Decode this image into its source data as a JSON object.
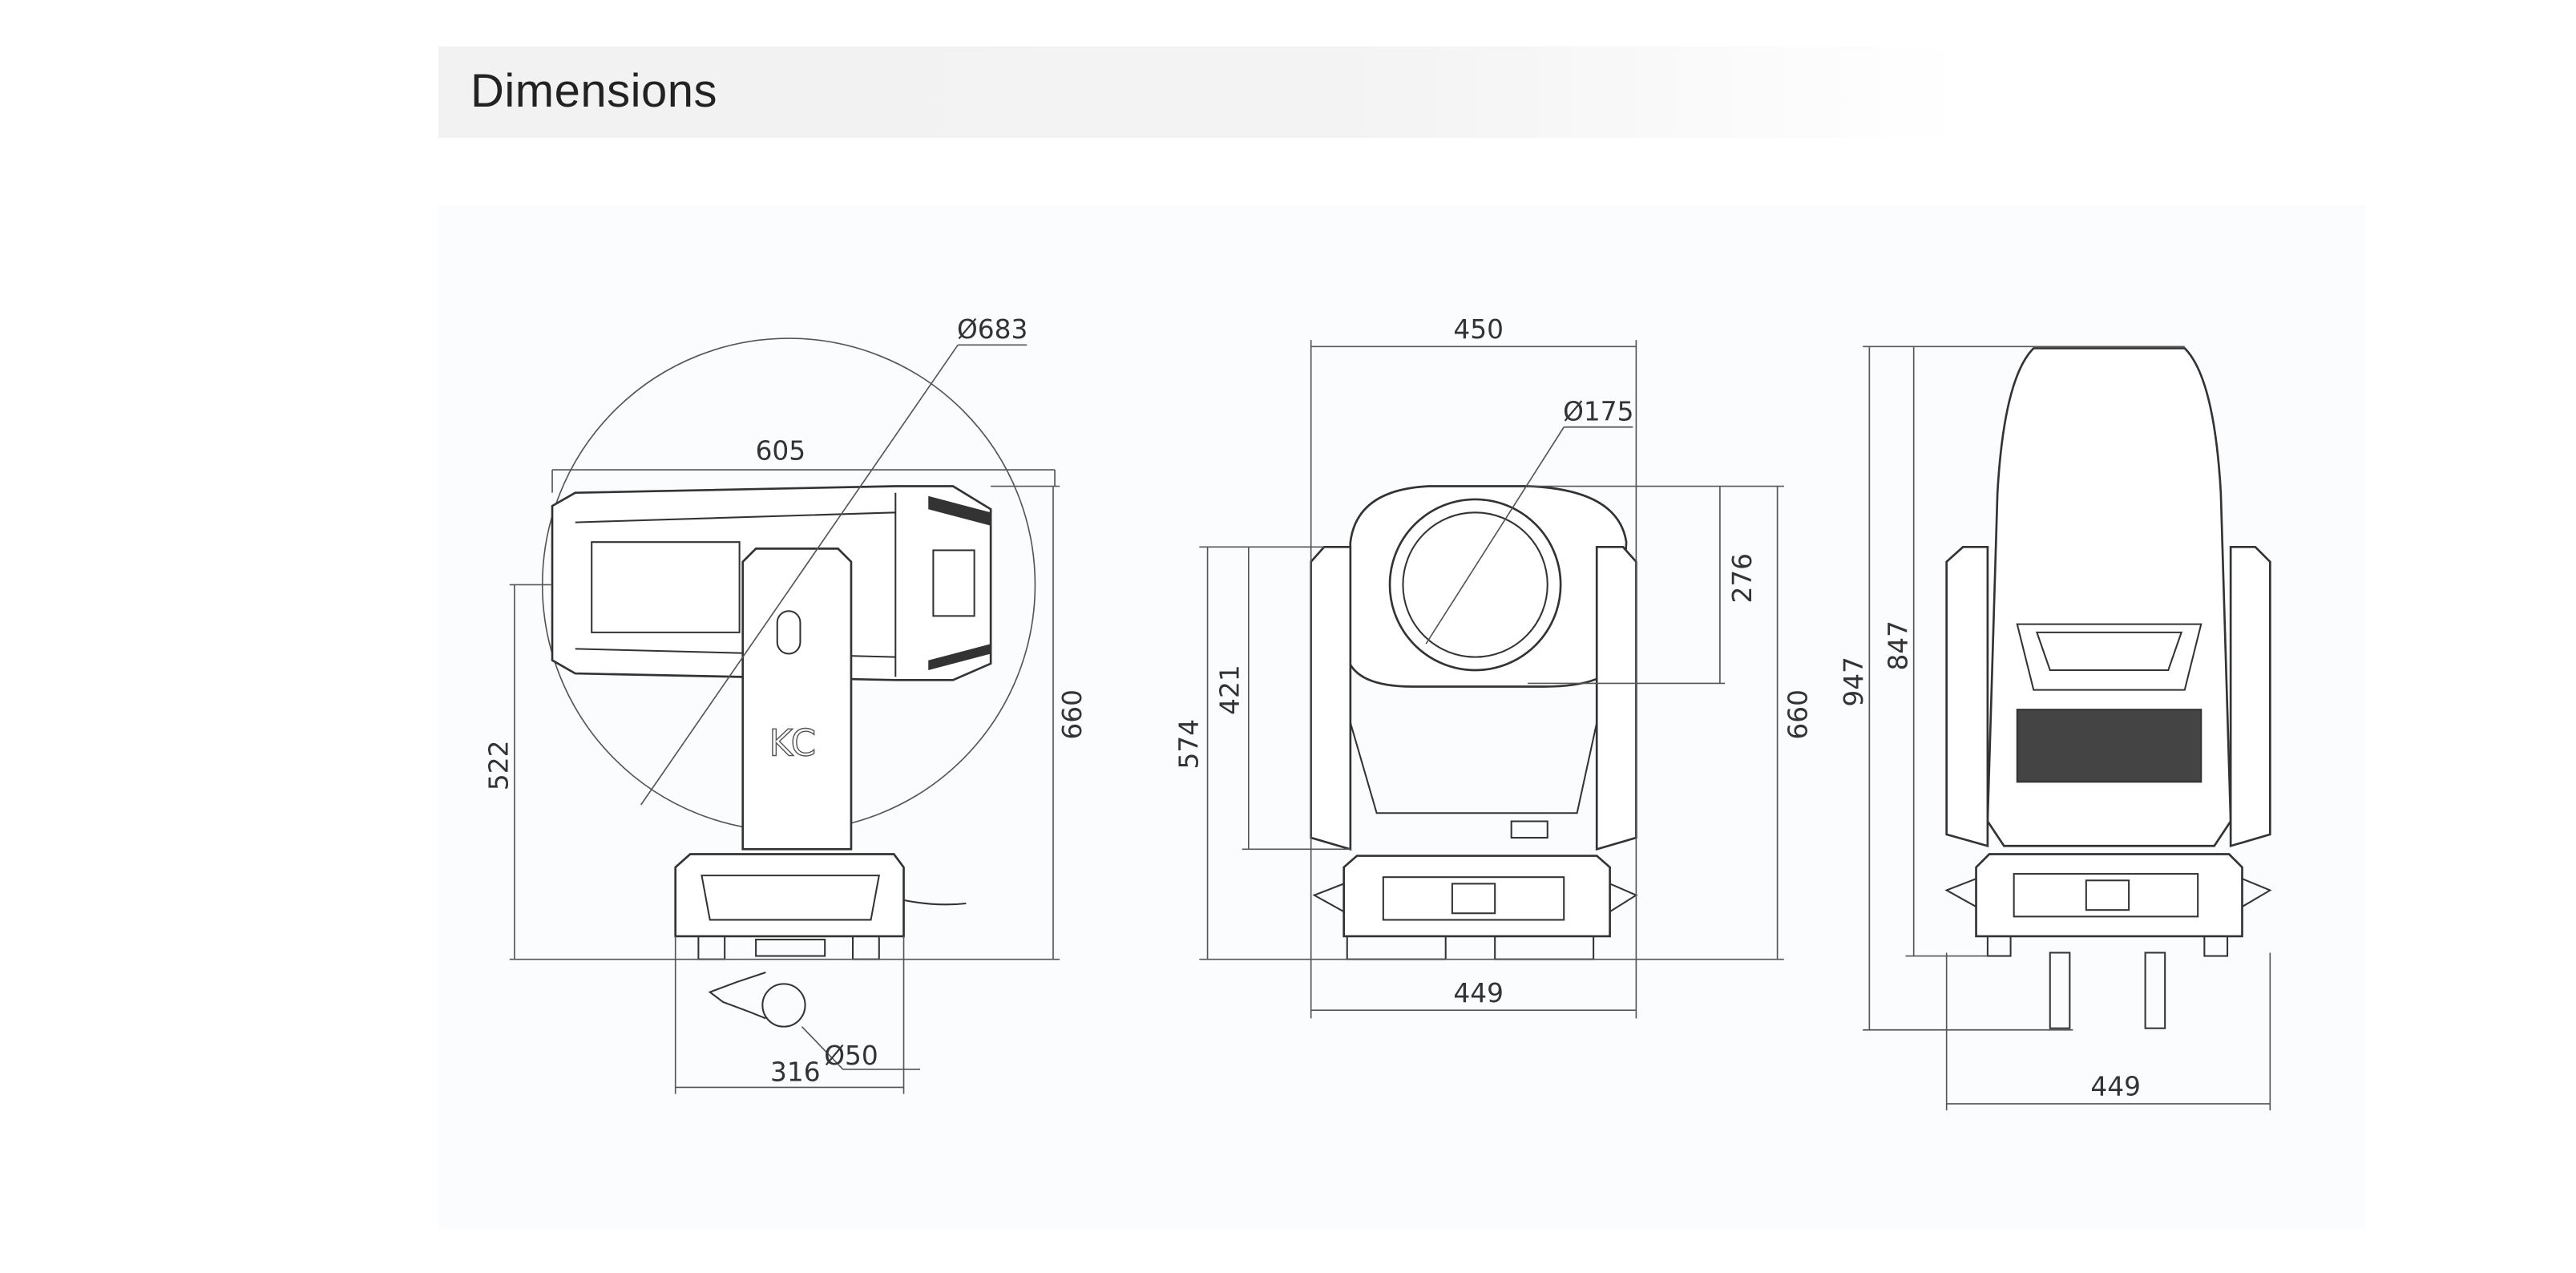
{
  "header": {
    "title": "Dimensions"
  },
  "side_view": {
    "swing_diameter": "Ø683",
    "head_length": "605",
    "yoke_height": "522",
    "total_height": "660",
    "base_width": "316",
    "clamp_diameter": "Ø50"
  },
  "front_view": {
    "head_width": "450",
    "lens_diameter": "Ø175",
    "head_height": "276",
    "arm_height": "421",
    "pivot_height": "574",
    "total_height": "660",
    "base_width": "449"
  },
  "back_view": {
    "total_height": "947",
    "body_height": "847",
    "base_width": "449"
  },
  "colors": {
    "line": "#333333",
    "title_bg": "#f2f2f2",
    "panel_bg": "#fbfcfd"
  }
}
